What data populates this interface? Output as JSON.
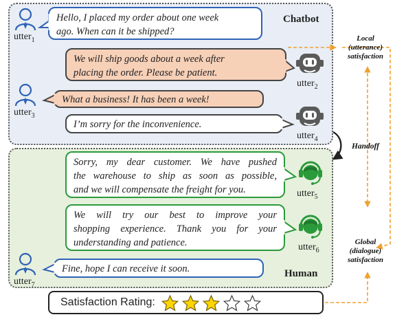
{
  "chatbot_panel": {
    "label": "Chatbot"
  },
  "human_panel": {
    "label": "Human"
  },
  "messages": [
    {
      "speaker": "user",
      "text_lines": [
        "Hello, I placed my order about one week",
        "ago. When can it be shipped?"
      ],
      "utter": "utter",
      "sub": "1"
    },
    {
      "speaker": "chatbot",
      "text_lines": [
        "We will ship goods about a week after",
        "placing the order. Please be patient."
      ],
      "utter": "utter",
      "sub": "2"
    },
    {
      "speaker": "user",
      "text_lines": [
        "What a business! It has been a week!"
      ],
      "utter": "utter",
      "sub": "3"
    },
    {
      "speaker": "chatbot",
      "text_lines": [
        "I’m sorry for the inconvenience."
      ],
      "utter": "utter",
      "sub": "4"
    },
    {
      "speaker": "human",
      "text_lines": [
        "Sorry, my dear customer. We have pushed",
        "the warehouse to ship as soon as possible,",
        "and we will compensate the freight for you."
      ],
      "utter": "utter",
      "sub": "5"
    },
    {
      "speaker": "human",
      "text_lines": [
        "We will try our best to improve your",
        "shopping experience. Thank you for your",
        "understanding and patience."
      ],
      "utter": "utter",
      "sub": "6"
    },
    {
      "speaker": "user",
      "text_lines": [
        "Fine, hope I can receive it soon."
      ],
      "utter": "utter",
      "sub": "7"
    }
  ],
  "handoff_label": "Handoff",
  "local_satisfaction_lines": [
    "Local",
    "(utterance)",
    "satisfaction"
  ],
  "global_satisfaction_lines": [
    "Global",
    "(dialogue)",
    "satisfaction"
  ],
  "rating": {
    "label": "Satisfaction Rating:",
    "filled": 3,
    "total": 5
  },
  "colors": {
    "user_blue": "#2f62b4",
    "human_green": "#2b9a3a",
    "bot_gray": "#5a5a5a",
    "orange_dash": "#f0a030",
    "star_yellow": "#ffd400"
  },
  "icons": [
    "user-person-icon",
    "robot-head-icon",
    "headset-agent-icon",
    "star-icon"
  ]
}
